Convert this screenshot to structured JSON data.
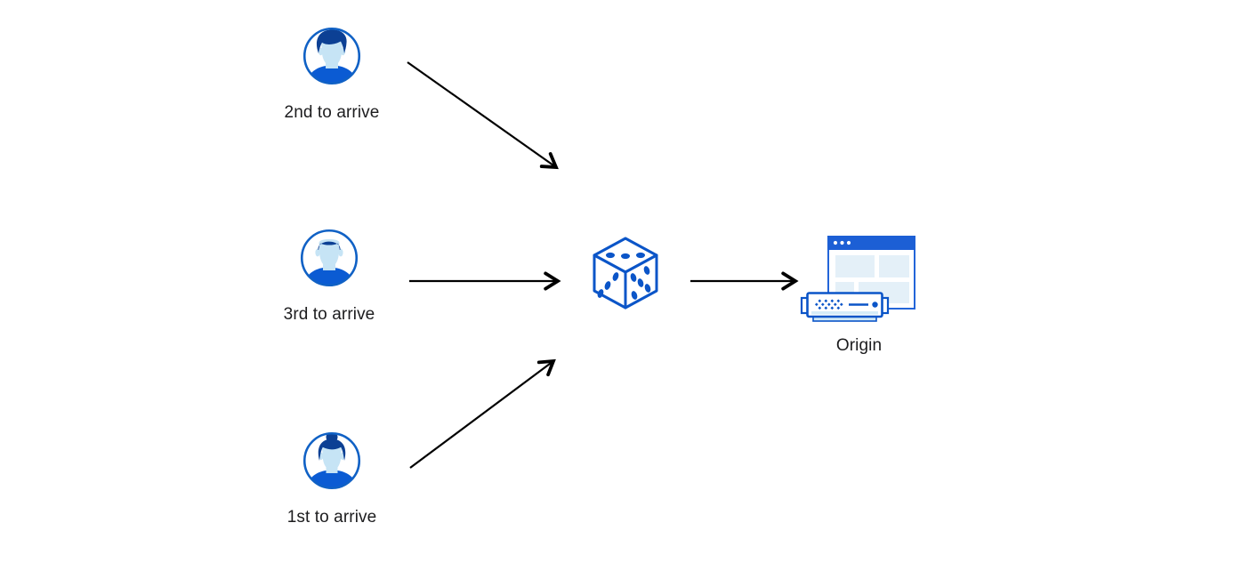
{
  "diagram": {
    "background_color": "#ffffff",
    "arrow_color": "#000000",
    "accent_colors": {
      "primary_blue": "#1061C5",
      "dark_hair_blue": "#0C4094",
      "shirt_blue": "#0B5BD3",
      "face_light_blue": "#C6E4F5",
      "pale_block_blue": "#E4F0F8",
      "titlebar_blue": "#1C5FD5",
      "dice_blue": "#0B55C8",
      "server_base_blue": "#CFE8F6"
    },
    "users": [
      {
        "label": "2nd to arrive",
        "icon": "male-avatar-wavy-hair-icon"
      },
      {
        "label": "3rd to arrive",
        "icon": "male-avatar-short-hair-icon"
      },
      {
        "label": "1st to arrive",
        "icon": "female-avatar-bun-icon"
      }
    ],
    "randomizer": {
      "icon": "dice-icon"
    },
    "origin": {
      "label": "Origin",
      "icon": "origin-server-icon"
    },
    "edges": [
      {
        "from": "user-2nd-to-arrive",
        "to": "dice"
      },
      {
        "from": "user-3rd-to-arrive",
        "to": "dice"
      },
      {
        "from": "user-1st-to-arrive",
        "to": "dice"
      },
      {
        "from": "dice",
        "to": "origin"
      }
    ]
  }
}
